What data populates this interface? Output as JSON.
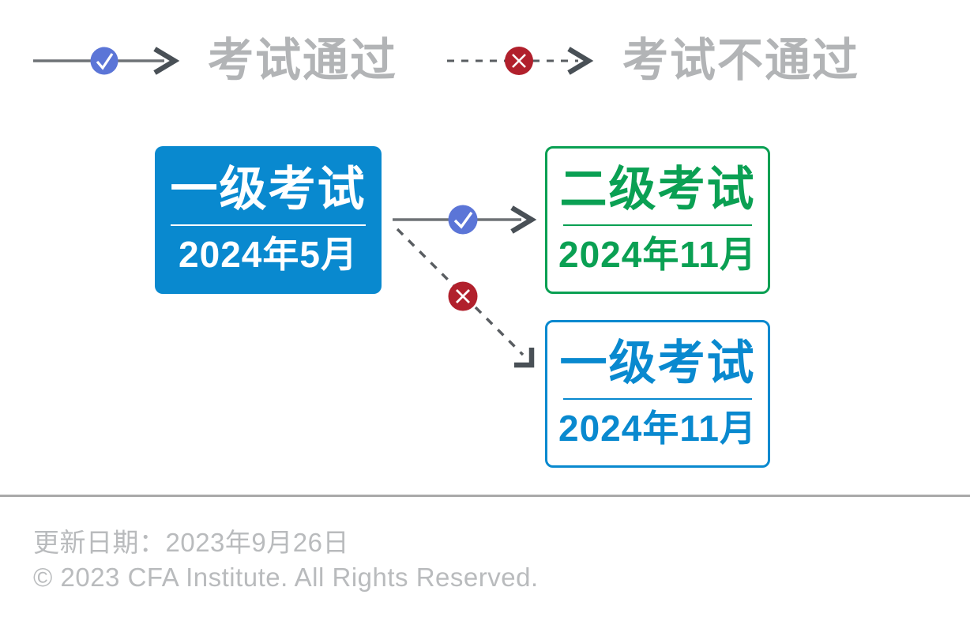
{
  "legend": {
    "pass": {
      "label": "考试通过",
      "icon": "check-icon",
      "line_style": "solid"
    },
    "fail": {
      "label": "考试不通过",
      "icon": "x-icon",
      "line_style": "dashed"
    }
  },
  "diagram": {
    "nodes": {
      "level1_may": {
        "title": "一级考试",
        "date": "2024年5月",
        "style": "filled-blue"
      },
      "level2_nov": {
        "title": "二级考试",
        "date": "2024年11月",
        "style": "outline-green"
      },
      "level1_nov": {
        "title": "一级考试",
        "date": "2024年11月",
        "style": "outline-blue"
      }
    },
    "edges": [
      {
        "from": "level1_may",
        "to": "level2_nov",
        "result": "pass",
        "line": "solid"
      },
      {
        "from": "level1_may",
        "to": "level1_nov",
        "result": "fail",
        "line": "dashed"
      }
    ]
  },
  "footer": {
    "updated": "更新日期：2023年9月26日",
    "copyright": "© 2023 CFA Institute. All Rights Reserved."
  },
  "colors": {
    "blue": "#0989CF",
    "green": "#0AA053",
    "pass_circle": "#5B75D7",
    "fail_circle": "#B1202C",
    "arrow_line": "#6E7276",
    "arrow_head": "#495056",
    "legend_text": "#B2B4B6",
    "footer_text": "#B9BBBD",
    "divider": "#A9A9A9"
  }
}
